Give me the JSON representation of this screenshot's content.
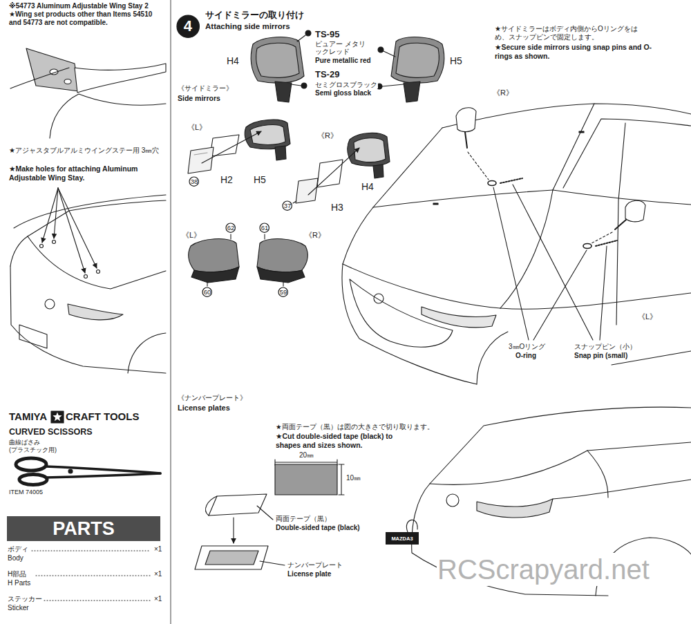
{
  "diagram": {
    "nodes": [
      {
        "text": [
          "4"
        ]
      },
      {
        "text": [
          "38"
        ]
      },
      {
        "text": [
          "37"
        ]
      },
      {
        "text": [
          "62"
        ]
      },
      {
        "text": [
          "61"
        ]
      },
      {
        "text": [
          "60"
        ]
      },
      {
        "text": [
          "59"
        ]
      },
      {
        "text": [
          "PARTS"
        ]
      },
      {
        "text": [
          "MAZDA3"
        ]
      }
    ],
    "labels": [
      "※54773 Aluminum Adjustable Wing Stay 2",
      "★Wing set products other than Items 54510 and 54773 are not compatible.",
      "★アジャスタブルアルミウイングステー用 3㎜穴",
      "★Make holes for attaching Aluminum Adjustable Wing Stay.",
      "TAMIYA",
      "CRAFT TOOLS",
      "CURVED SCISSORS",
      "曲線ばさみ",
      "(プラスチック用)",
      "ITEM 74005",
      "ボディ",
      "Body",
      "×1",
      "H部品",
      "H Parts",
      "×1",
      "ステッカー",
      "Sticker",
      "×1",
      "サイドミラーの取り付け",
      "Attaching side mirrors",
      "TS-95",
      "ピュアー メタリックレッド",
      "Pure metallic red",
      "TS-29",
      "セミグロスブラック",
      "Semi gloss black",
      "H4",
      "H5",
      "《サイドミラー》",
      "Side mirrors",
      "《L》",
      "H2",
      "H5",
      "《R》",
      "H3",
      "H4",
      "《L》",
      "《R》",
      "★サイドミラーはボディ内側からOリングをはめ、スナップピンで固定します。",
      "★Secure side mirrors using snap pins and O-rings as shown.",
      "《R》",
      "《L》",
      "3㎜Oリング",
      "O-ring",
      "スナップピン（小）",
      "Snap pin (small)",
      "《ナンバープレート》",
      "License plates",
      "★両面テープ（黒）は図の大きさで切り取ります。",
      "★Cut double-sided tape (black) to shapes and sizes shown.",
      "20㎜",
      "10㎜",
      "両面テープ（黒）",
      "Double-sided tape (black)",
      "ナンバープレート",
      "License plate",
      "RCScrapyard.net"
    ]
  }
}
